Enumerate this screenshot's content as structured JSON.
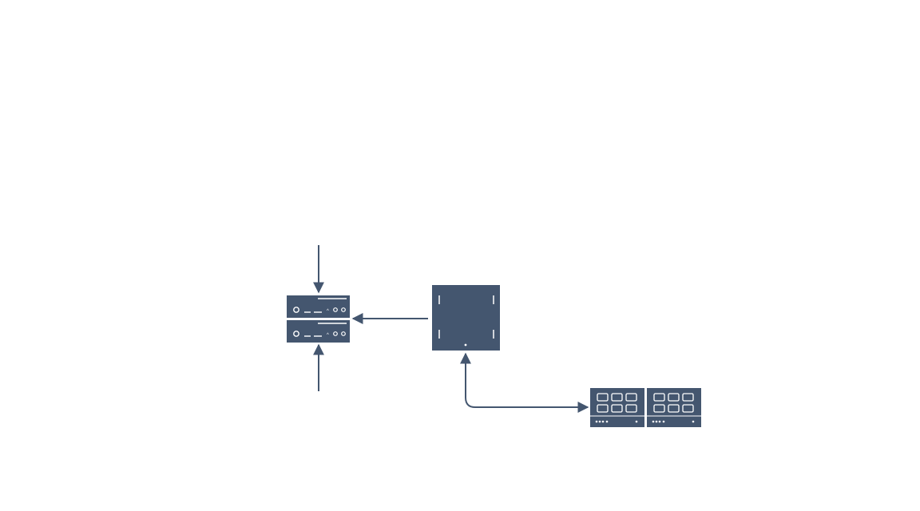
{
  "diagram": {
    "nodes": [
      {
        "id": "server-rack",
        "icon": "server-rack-icon"
      },
      {
        "id": "central-box",
        "icon": "panel-box-icon"
      },
      {
        "id": "storage-arrays",
        "icon": "storage-array-icon"
      }
    ],
    "edges": [
      {
        "from": "external-top",
        "to": "server-rack",
        "label": ""
      },
      {
        "from": "external-bottom",
        "to": "server-rack",
        "label": ""
      },
      {
        "from": "central-box",
        "to": "server-rack",
        "label": ""
      },
      {
        "from": "central-box",
        "to": "storage-arrays",
        "label": "",
        "bidirectional": true
      }
    ]
  },
  "colors": {
    "background": "#ffffff",
    "node_fill": "#44566f",
    "line": "#44566f",
    "detail_light": "#ffffff"
  }
}
